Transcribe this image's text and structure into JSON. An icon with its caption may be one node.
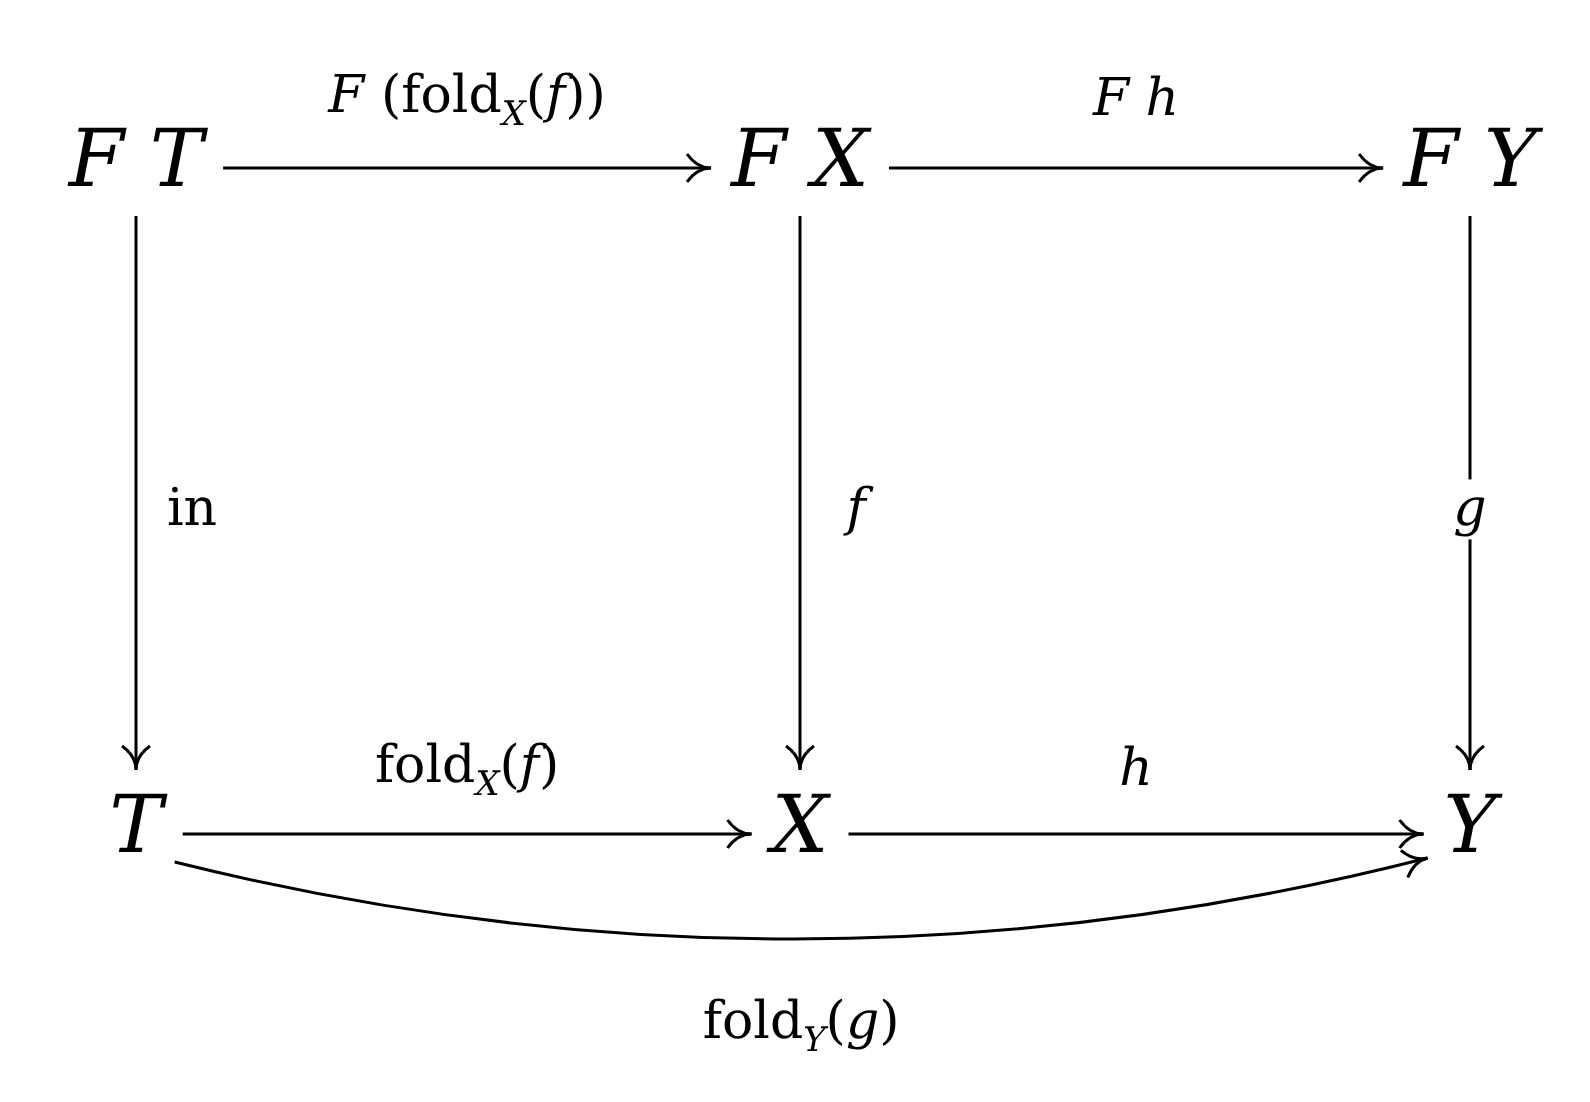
{
  "diagram": {
    "nodes": [
      {
        "text": [
          "F T"
        ]
      },
      {
        "text": [
          "F X"
        ]
      },
      {
        "text": [
          "F Y"
        ]
      },
      {
        "text": [
          "T"
        ]
      },
      {
        "text": [
          "X"
        ]
      },
      {
        "text": [
          "Y"
        ]
      }
    ],
    "edges": [
      {
        "from": 0,
        "to": 1,
        "arrow": "to",
        "label": "*F* (fold$_{X}$(*f*))"
      },
      {
        "from": 1,
        "to": 2,
        "arrow": "to",
        "label": "*F h*"
      },
      {
        "from": 0,
        "to": 3,
        "arrow": "to",
        "label": "in"
      },
      {
        "from": 1,
        "to": 4,
        "arrow": "to",
        "label": "*f*"
      },
      {
        "from": 2,
        "to": 5,
        "arrow": "to",
        "label": "*g*"
      },
      {
        "from": 3,
        "to": 4,
        "arrow": "to",
        "label": "fold$_{X}$(*f*)"
      },
      {
        "from": 4,
        "to": 5,
        "arrow": "to",
        "label": "*h*"
      },
      {
        "from": 3,
        "to": 5,
        "arrow": "to",
        "label": "fold$_{Y}$(*g*)"
      }
    ]
  }
}
